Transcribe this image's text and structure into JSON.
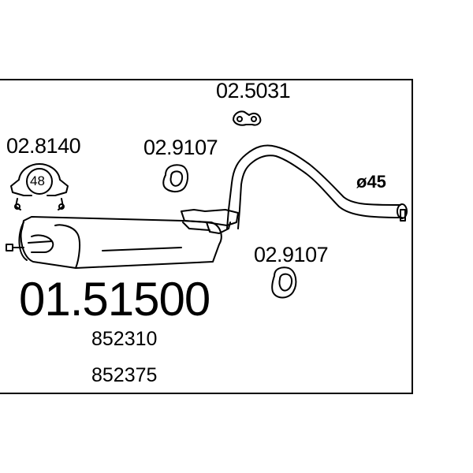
{
  "diagram": {
    "part_number": "01.51500",
    "oem_numbers": [
      "852310",
      "852375"
    ],
    "diameter_label": "ø45",
    "clamp_size_label": "48",
    "component_codes": {
      "clamp": "02.8140",
      "ring_front": "02.9107",
      "hanger": "02.5031",
      "ring_rear": "02.9107"
    }
  }
}
